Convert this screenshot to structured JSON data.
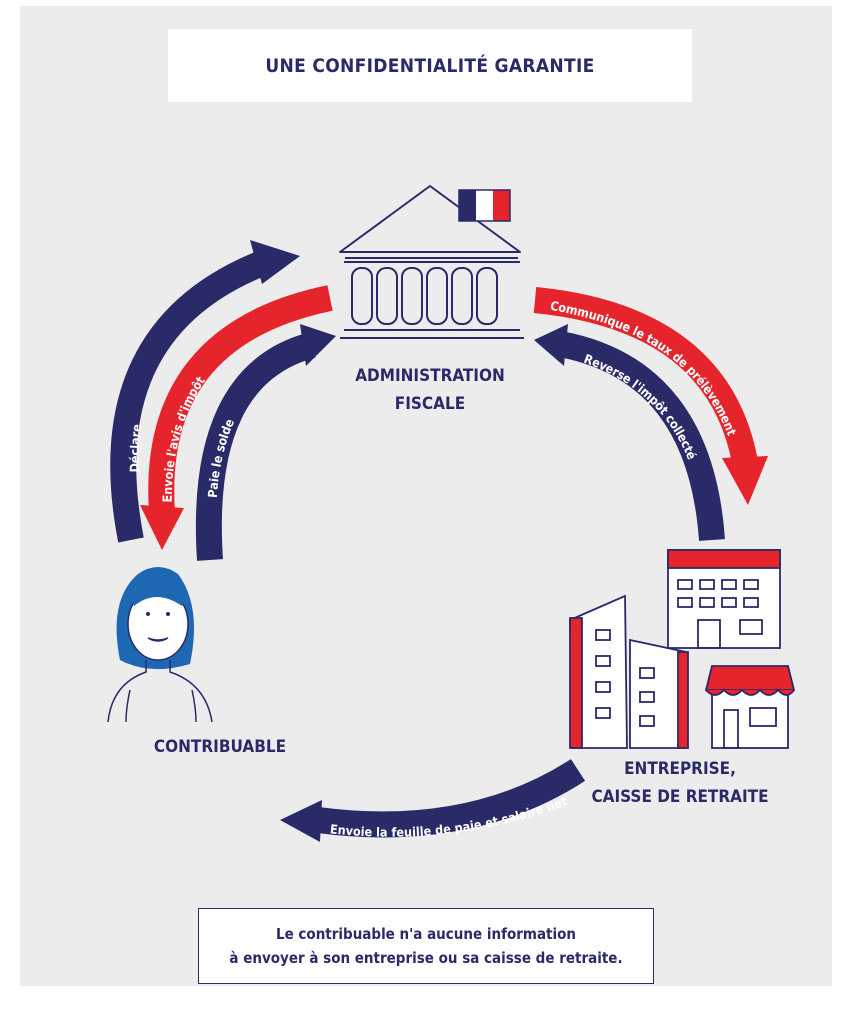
{
  "title": "UNE CONFIDENTIALITÉ GARANTIE",
  "nodes": {
    "administration": {
      "line1": "ADMINISTRATION",
      "line2": "FISCALE"
    },
    "contribuable": {
      "label": "CONTRIBUABLE"
    },
    "entreprise": {
      "line1": "ENTREPRISE,",
      "line2": "CAISSE DE RETRAITE"
    }
  },
  "arrows": {
    "declare": "Déclare",
    "avis": "Envoie l'avis d'impôt",
    "solde": "Paie le solde",
    "taux": "Communique le taux de prélèvement",
    "reverse": "Reverse l'impôt collecté",
    "feuille": "Envoie la feuille de paie et salaire net"
  },
  "note": {
    "line1": "Le contribuable n'a aucune information",
    "line2": "à envoyer à son entreprise ou sa caisse de retraite."
  },
  "colors": {
    "navy": "#2b2a69",
    "red": "#e5242b",
    "white": "#ffffff",
    "background": "#ececec"
  },
  "icons": [
    "government-building-icon",
    "french-flag-icon",
    "person-icon",
    "office-buildings-icon",
    "shop-icon"
  ]
}
